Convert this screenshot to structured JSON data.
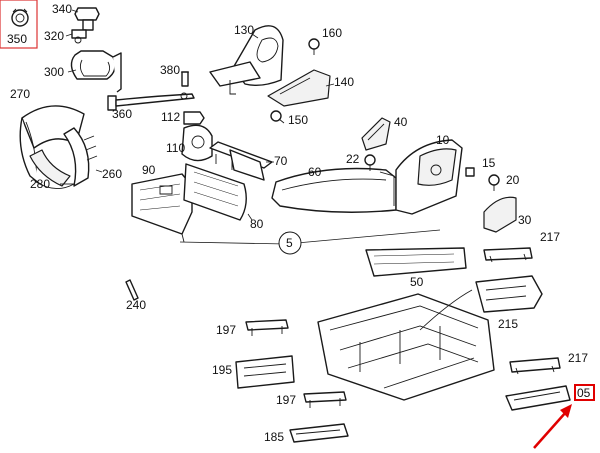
{
  "labels": {
    "p350": "350",
    "p340": "340",
    "p320": "320",
    "p300": "300",
    "p130": "130",
    "p160": "160",
    "p380": "380",
    "p140": "140",
    "p270": "270",
    "p360": "360",
    "p112": "112",
    "p150": "150",
    "p40": "40",
    "p110": "110",
    "p70": "70",
    "p10": "10",
    "p22": "22",
    "p15": "15",
    "p20": "20",
    "p280": "280",
    "p260": "260",
    "p90": "90",
    "p60": "60",
    "p80": "80",
    "p30": "30",
    "p5": "5",
    "p217a": "217",
    "p50": "50",
    "p240": "240",
    "p215": "215",
    "p197a": "197",
    "p195": "195",
    "p217b": "217",
    "p197b": "197",
    "p185": "185",
    "p05": "05"
  },
  "colors": {
    "highlight": "#e00000",
    "line": "#1a1a1a"
  }
}
